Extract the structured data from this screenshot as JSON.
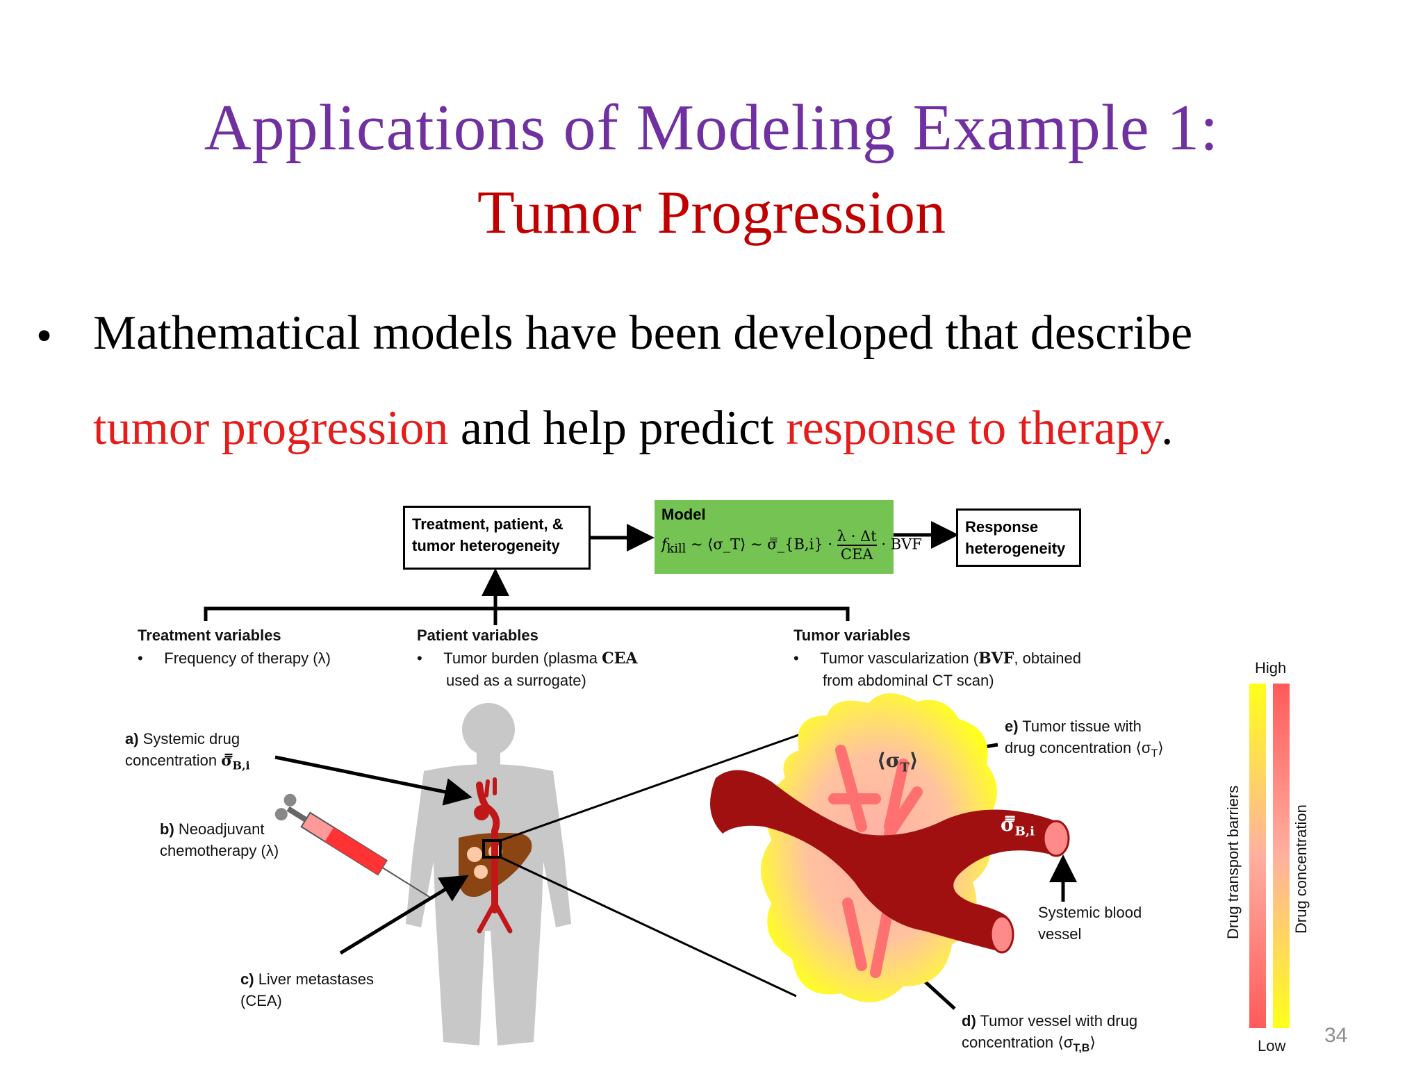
{
  "slide": {
    "title_line1": "Applications of  Modeling Example 1:",
    "title_line2": "Tumor Progression",
    "bullet_part1": "Mathematical models have been developed that describe",
    "bullet_red1": "tumor progression",
    "bullet_mid": " and help predict ",
    "bullet_red2": "response to therapy",
    "bullet_end": ".",
    "page_number": "34"
  },
  "flow": {
    "input_box": "Treatment, patient, & tumor heterogeneity",
    "model_title": "Model",
    "model_formula_left": "f",
    "model_formula_sub": "kill",
    "model_formula_mid": " ~ ⟨σ_T⟩ ~ σ̿_{B,i} · ",
    "model_numerator": "λ · Δt",
    "model_denominator": "CEA",
    "model_formula_right": " · BVF",
    "output_box": "Response heterogeneity"
  },
  "variables": {
    "treatment_header": "Treatment variables",
    "treatment_item": "Frequency of therapy (λ)",
    "patient_header": "Patient variables",
    "patient_item_pre": "Tumor burden (plasma ",
    "patient_item_bold": "CEA",
    "patient_item_post": "used as a surrogate)",
    "tumor_header": "Tumor variables",
    "tumor_item_pre": "Tumor vascularization (",
    "tumor_item_bold": "BVF",
    "tumor_item_post1": ", obtained",
    "tumor_item_post2": "from abdominal CT scan)"
  },
  "labels": {
    "a_key": "a)",
    "a_text1": "Systemic drug",
    "a_text2": "concentration",
    "a_sym": "σ̿",
    "a_sub": "B,i",
    "b_key": "b)",
    "b_text1": "Neoadjuvant",
    "b_text2": "chemotherapy (λ)",
    "c_key": "c)",
    "c_text1": "Liver metastases",
    "c_text2": "(CEA)",
    "d_key": "d)",
    "d_text1": "Tumor vessel with drug",
    "d_text2": "concentration ⟨σ",
    "d_sub": "T,B",
    "d_close": "⟩",
    "e_key": "e)",
    "e_text1": "Tumor tissue with",
    "e_text2": "drug concentration ⟨σ",
    "e_sub": "T",
    "e_close": "⟩",
    "vessel_text1": "Systemic blood",
    "vessel_text2": "vessel",
    "sigma_t_label": "⟨σ",
    "sigma_t_sub": "T",
    "sigma_t_close": "⟩",
    "sigma_b_label": "σ̿",
    "sigma_b_sub": "B,i"
  },
  "scale": {
    "high": "High",
    "low": "Low",
    "left_axis": "Drug transport barriers",
    "right_axis": "Drug concentration",
    "colors": {
      "yellow": "#ffff1a",
      "red": "#ff5a5a",
      "pink": "#ffb0a0"
    }
  },
  "colors": {
    "title_purple": "#7030a0",
    "title_red": "#c00000",
    "highlight_red": "#e51c1c",
    "model_green": "#74c353",
    "vessel_dark_red": "#a01010",
    "liver_brown": "#8b4513",
    "body_gray": "#c8c8c8"
  }
}
